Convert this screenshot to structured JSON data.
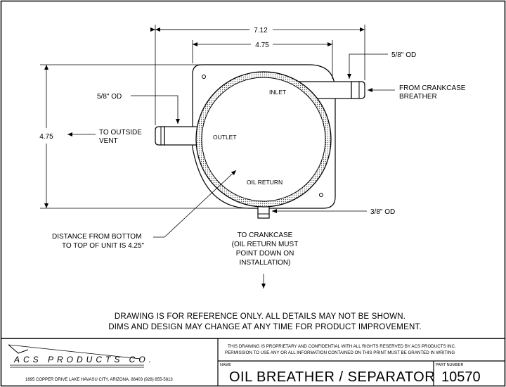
{
  "dimensions": {
    "overall_width": "7.12",
    "body_width": "4.75",
    "height": "4.75"
  },
  "callouts": {
    "inlet_od": "5/8\" OD",
    "from_crankcase_line1": "FROM CRANKCASE",
    "from_crankcase_line2": "BREATHER",
    "outlet_od": "5/8\" OD",
    "to_outside_line1": "TO OUTSIDE",
    "to_outside_line2": "VENT",
    "return_od": "3/8\" OD",
    "distance_line1": "DISTANCE FROM BOTTOM",
    "distance_line2": "TO TOP OF UNIT IS 4.25\"",
    "to_crankcase_line1": "TO CRANKCASE",
    "to_crankcase_line2": "(OIL RETURN MUST",
    "to_crankcase_line3": "POINT DOWN ON",
    "to_crankcase_line4": "INSTALLATION)"
  },
  "part_labels": {
    "inlet": "INLET",
    "outlet": "OUTLET",
    "oil_return": "OIL RETURN"
  },
  "notes": {
    "line1": "DRAWING IS FOR REFERENCE ONLY. ALL DETAILS MAY NOT BE SHOWN.",
    "line2": "DIMS AND DESIGN MAY CHANGE AT ANY TIME FOR PRODUCT IMPROVEMENT."
  },
  "title_block": {
    "company_logo": "ACS PRODUCTS CO.",
    "address": "1695 COPPER DRIVE LAKE HAVASU CITY, ARIZONA, 86403 (928) 855-5813",
    "legal_line1": "THIS DRAWING IS PROPRIETARY AND CONFIDENTIAL WITH ALL RIGHTS RESERVED BY ACS PRODUCTS INC.",
    "legal_line2": "PERMISSION TO USE ANY OR ALL INFORMATION CONTAINED ON THIS PRINT MUST BE GRANTED IN WRITING",
    "name_label": "NAME",
    "name_value": "OIL BREATHER / SEPARATOR",
    "part_number_label": "PART NUMBER",
    "part_number_value": "10570"
  }
}
